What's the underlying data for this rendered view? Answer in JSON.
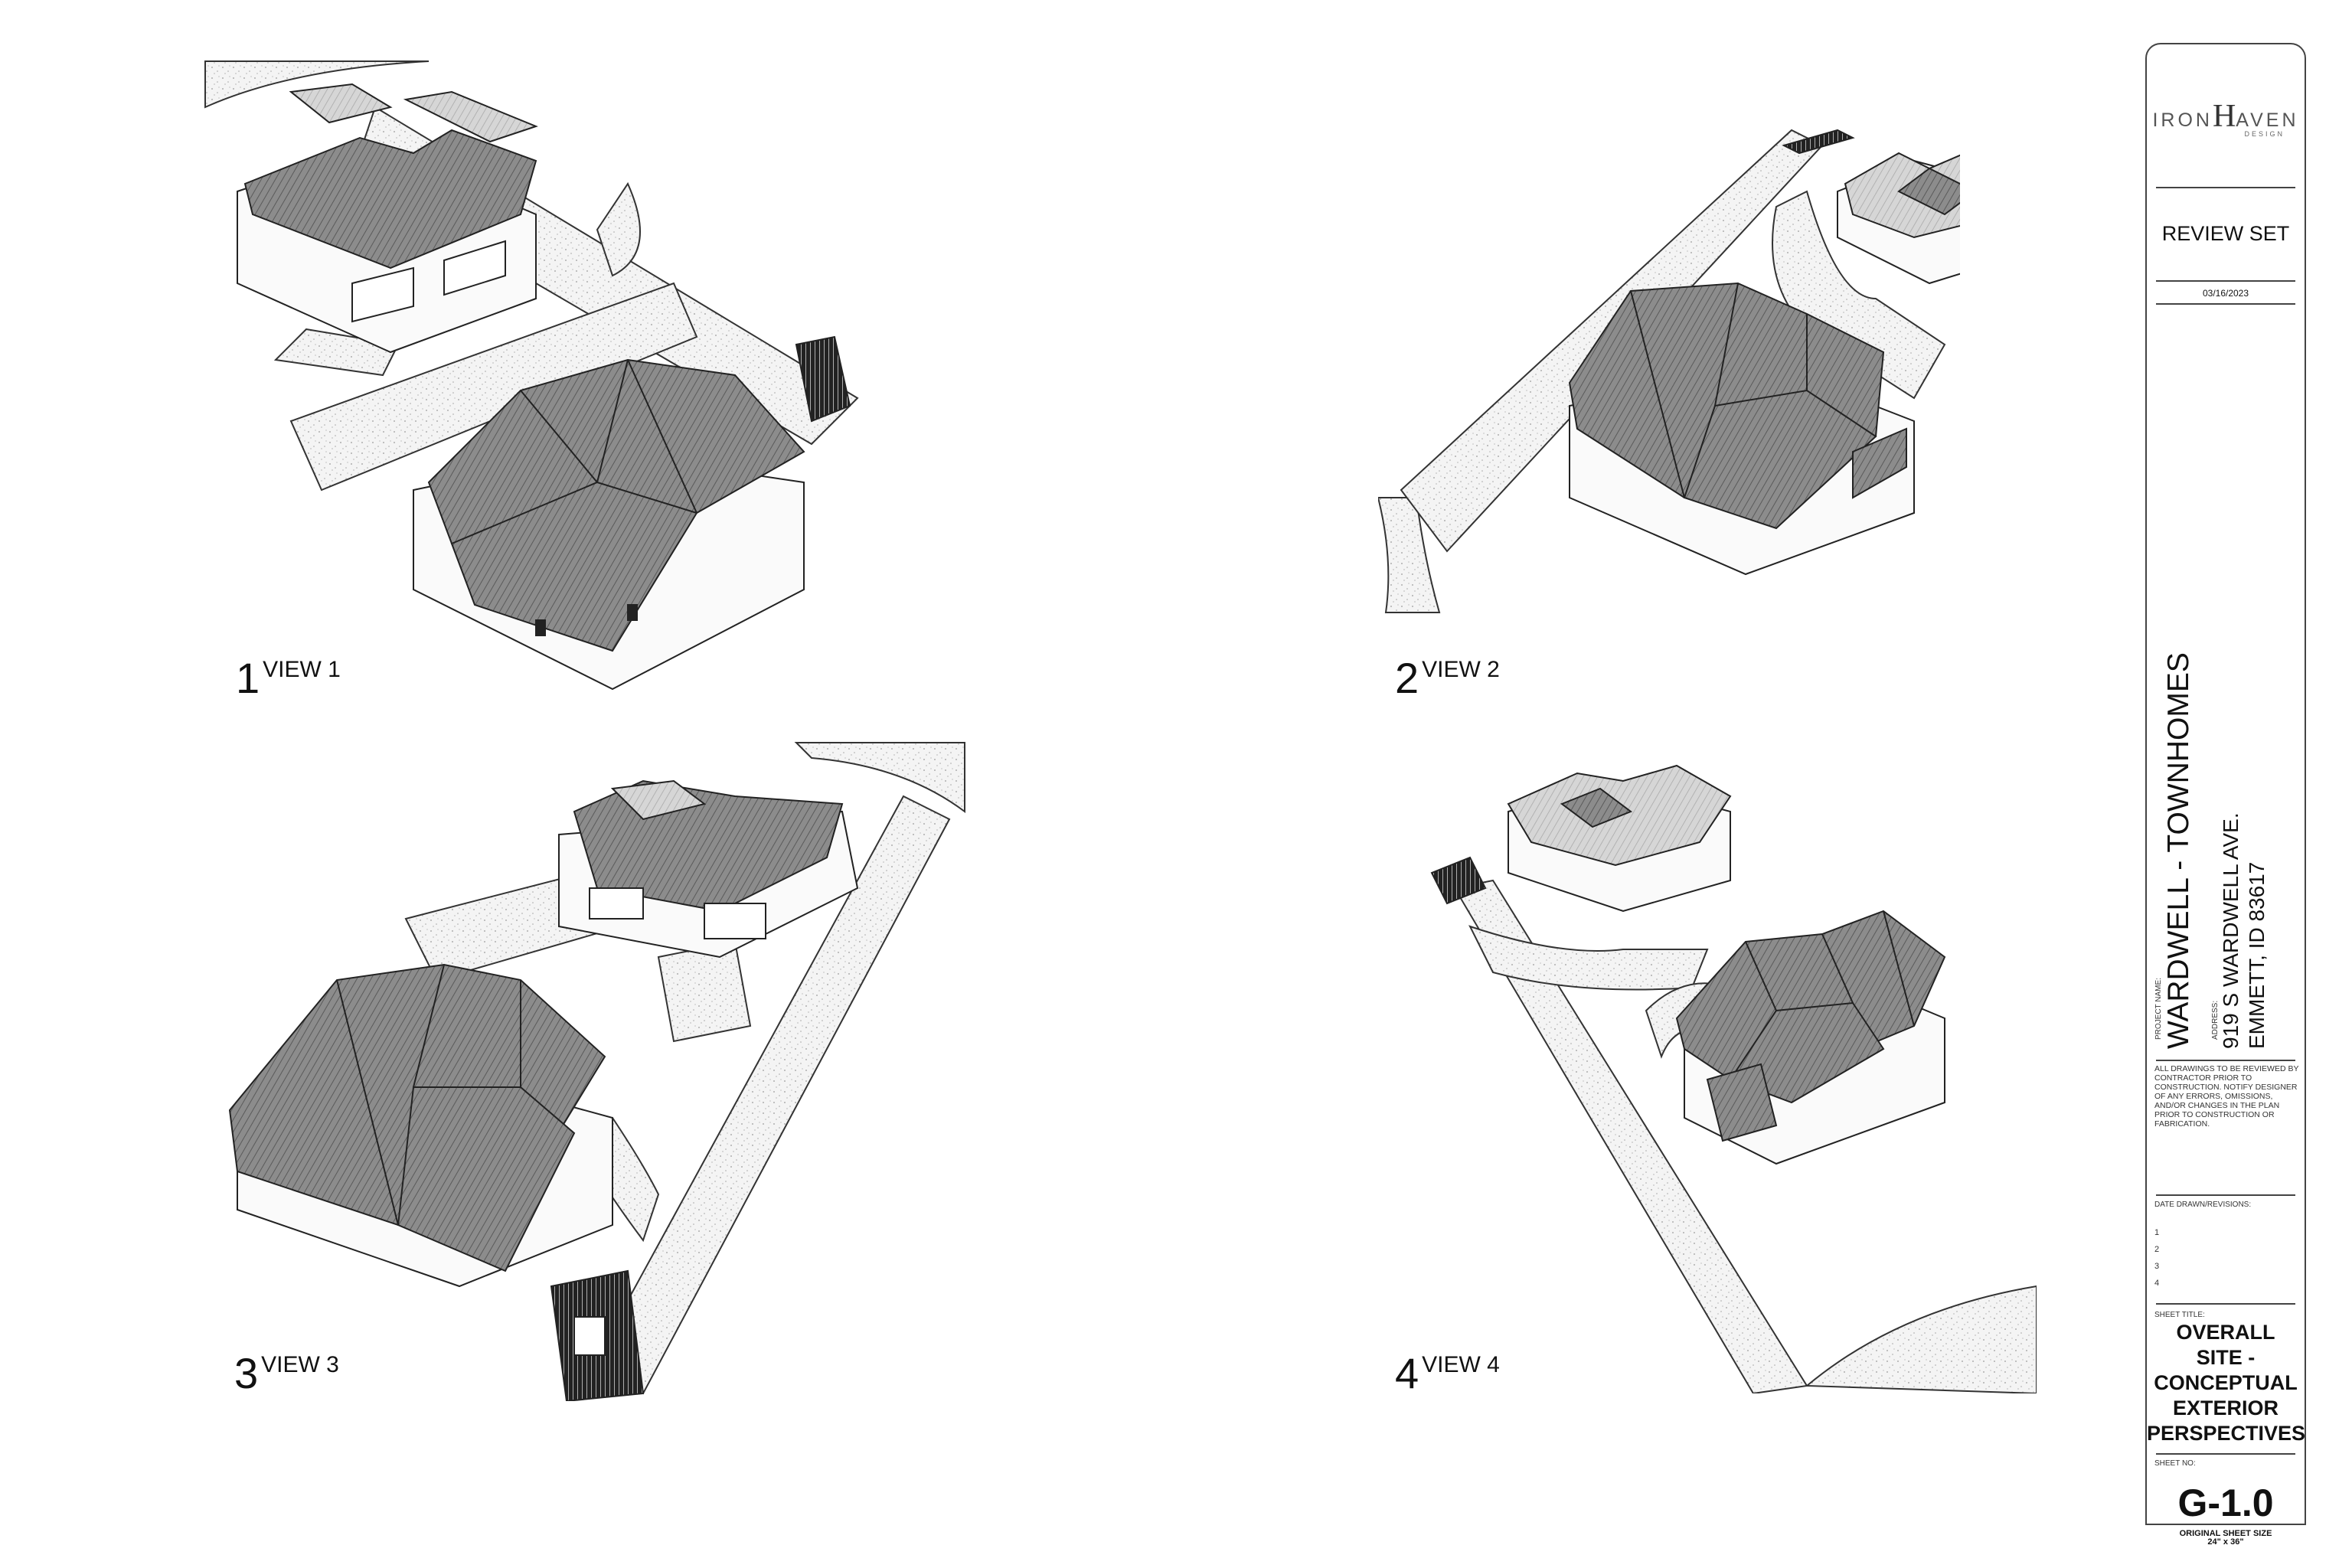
{
  "views": [
    {
      "number": "1",
      "label": "VIEW 1"
    },
    {
      "number": "2",
      "label": "VIEW 2"
    },
    {
      "number": "3",
      "label": "VIEW 3"
    },
    {
      "number": "4",
      "label": "VIEW 4"
    }
  ],
  "title_block": {
    "logo_left": "IRON",
    "logo_mark": "H",
    "logo_right": "AVEN",
    "logo_sub": "DESIGN",
    "status": "REVIEW SET",
    "date": "03/16/2023",
    "project_name_label": "PROJECT NAME:",
    "project_name": "WARDWELL - TOWNHOMES",
    "address_label": "ADDRESS:",
    "address_line1": "919 S WARDWELL AVE.",
    "address_line2": "EMMETT, ID 83617",
    "notes": "ALL DRAWINGS TO BE REVIEWED BY CONTRACTOR PRIOR TO CONSTRUCTION. NOTIFY DESIGNER OF ANY ERRORS, OMISSIONS, AND/OR CHANGES IN THE PLAN PRIOR TO CONSTRUCTION OR FABRICATION.",
    "revisions_label": "DATE DRAWN/REVISIONS:",
    "revisions": [
      "1",
      "2",
      "3",
      "4"
    ],
    "sheet_title_label": "SHEET TITLE:",
    "sheet_title_lines": [
      "OVERALL",
      "SITE -",
      "CONCEPTUAL",
      "EXTERIOR",
      "PERSPECTIVES"
    ],
    "sheet_no_label": "SHEET NO:",
    "sheet_no": "G-1.0",
    "original_size_label": "ORIGINAL SHEET SIZE",
    "original_size": "24\" x 36\""
  }
}
